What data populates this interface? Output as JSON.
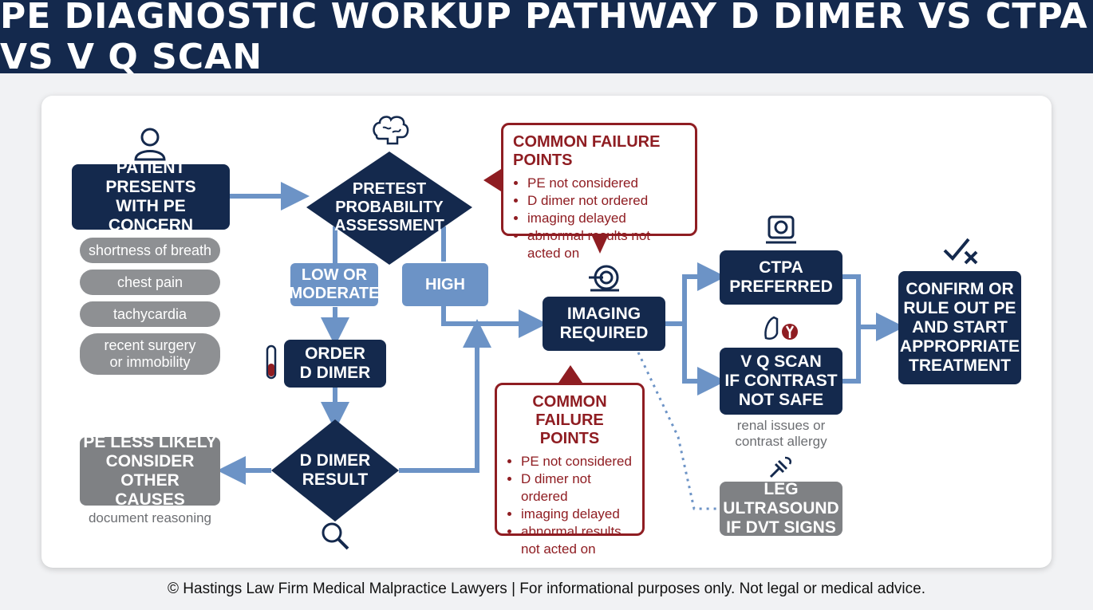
{
  "title": "PE DIAGNOSTIC WORKUP PATHWAY D DIMER VS CTPA VS V Q SCAN",
  "nodes": {
    "patient": "PATIENT PRESENTS\nWITH PE CONCERN",
    "pretest": "PRETEST\nPROBABILITY\nASSESSMENT",
    "low_moderate": "LOW OR\nMODERATE",
    "high": "HIGH",
    "order_ddimer": "ORDER\nD DIMER",
    "ddimer_result": "D DIMER\nRESULT",
    "pe_less_likely": "PE LESS LIKELY\nCONSIDER OTHER\nCAUSES",
    "document_reasoning": "document reasoning",
    "imaging_required": "IMAGING\nREQUIRED",
    "ctpa": "CTPA\nPREFERRED",
    "vq": "V Q SCAN\nIF CONTRAST\nNOT SAFE",
    "vq_note": "renal issues or\ncontrast allergy",
    "leg_us": "LEG ULTRASOUND\nIF DVT SIGNS",
    "confirm": "CONFIRM OR\nRULE OUT PE\nAND START\nAPPROPRIATE\nTREATMENT"
  },
  "symptoms": [
    "shortness of breath",
    "chest pain",
    "tachycardia",
    "recent surgery\nor immobility"
  ],
  "failure_top": {
    "title": "COMMON FAILURE POINTS",
    "items": [
      "PE not considered",
      "D dimer not ordered",
      "imaging delayed",
      "abnormal results not acted on"
    ]
  },
  "failure_bottom": {
    "title": "COMMON\nFAILURE POINTS",
    "items": [
      "PE not considered",
      "D dimer not ordered",
      "imaging delayed",
      "abnormal results\nnot acted on"
    ]
  },
  "footer": "© Hastings Law Firm Medical Malpractice Lawyers | For informational purposes only. Not legal or medical advice.",
  "colors": {
    "navy": "#14294d",
    "light_blue": "#6c93c6",
    "grey": "#7f8184",
    "red": "#8f1d22"
  },
  "icons": [
    "person-icon",
    "brain-icon",
    "test-tube-icon",
    "magnifier-icon",
    "scanner-icon",
    "ct-scanner-icon",
    "lungs-radiation-icon",
    "ultrasound-probe-icon",
    "check-x-icon"
  ]
}
